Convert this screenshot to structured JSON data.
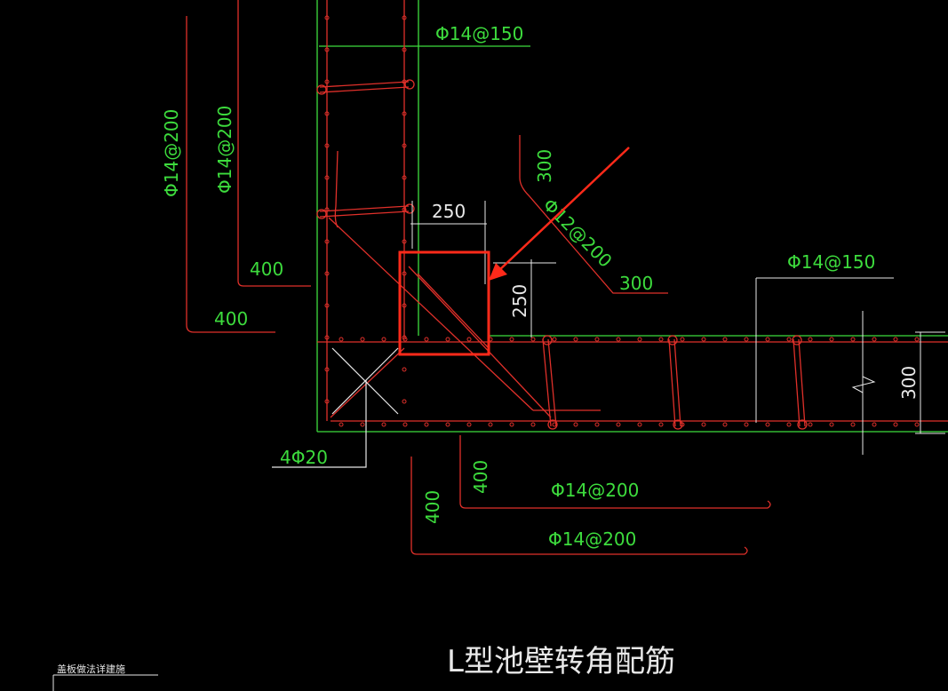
{
  "drawing": {
    "title": "L型池壁转角配筋",
    "note": "盖板做法详建施",
    "colors": {
      "background": "#000000",
      "outline": "#3ddc3d",
      "rebar": "#e0302a",
      "dimension": "#e8e8e8",
      "highlight": "#ff2a1a"
    },
    "labels": {
      "top_horizontal_bar": "Φ14@150",
      "left_outer_vertical": "Φ14@200",
      "left_inner_vertical": "Φ14@200",
      "left_inner_hook_len": "400",
      "left_outer_hook_len": "400",
      "corner_bar_len_top": "300",
      "corner_bar_spec": "Φ12@200",
      "corner_bar_len_bottom": "300",
      "right_horizontal_bar": "Φ14@150",
      "corner_rebar": "4Φ20",
      "bottom_inner_hook_len": "400",
      "bottom_inner_bar": "Φ14@200",
      "bottom_outer_hook_len": "400",
      "bottom_outer_bar": "Φ14@200"
    },
    "dimensions": {
      "haunch_width": "250",
      "haunch_height": "250",
      "wall_thickness": "300"
    }
  }
}
